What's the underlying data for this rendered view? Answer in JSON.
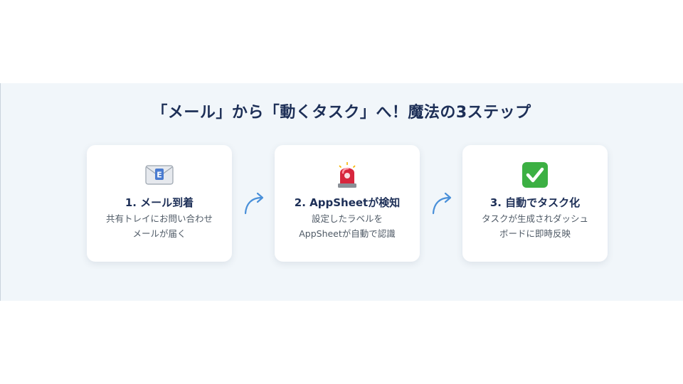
{
  "heading": "「メール」から「動くタスク」へ！魔法の3ステップ",
  "steps": [
    {
      "icon": "envelope-icon",
      "title": "1. メール到着",
      "desc_line1": "共有トレイにお問い合わせ",
      "desc_line2": "メールが届く"
    },
    {
      "icon": "siren-light-icon",
      "title": "2. AppSheetが検知",
      "desc_line1": "設定したラベルを",
      "desc_line2": "AppSheetが自動で認識"
    },
    {
      "icon": "check-mark-icon",
      "title": "3. 自動でタスク化",
      "desc_line1": "タスクが生成されダッシュ",
      "desc_line2": "ボードに即時反映"
    }
  ],
  "colors": {
    "heading": "#1d2f57",
    "band_background": "#f1f6fa",
    "arrow": "#4a90d9",
    "check_green": "#3cb043",
    "siren_red": "#d7263d"
  }
}
